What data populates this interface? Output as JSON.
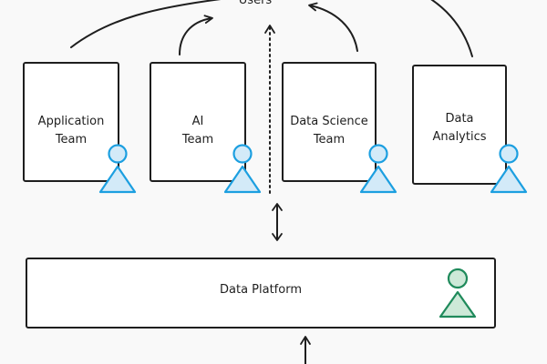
{
  "diagram": {
    "users_label": "Users",
    "teams": [
      {
        "label": "Application\nTeam"
      },
      {
        "label": "AI\nTeam"
      },
      {
        "label": "Data Science\nTeam"
      },
      {
        "label": "Data\nAnalytics"
      }
    ],
    "platform_label": "Data Platform"
  },
  "colors": {
    "stroke": "#1e1e1e",
    "team_person_stroke": "#1c9fe0",
    "team_person_fill": "#d3eaf8",
    "platform_person_stroke": "#1f8a5b",
    "platform_person_fill": "#cde9d8",
    "background": "#f9f9f9"
  }
}
